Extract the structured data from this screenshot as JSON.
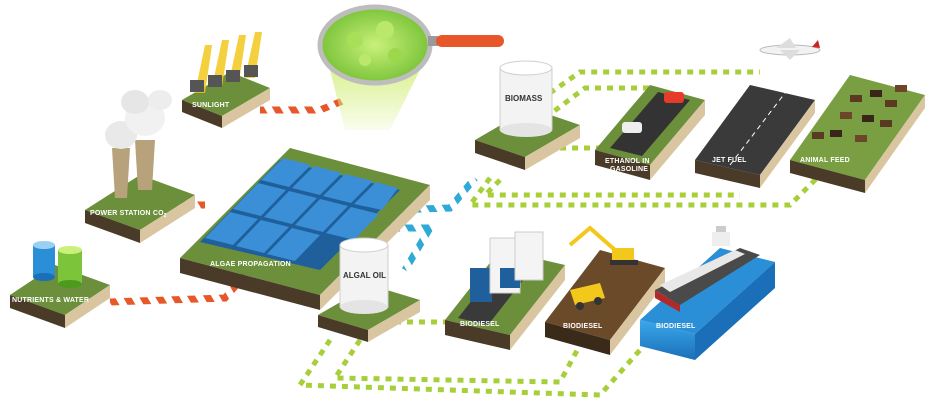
{
  "labels": {
    "sunlight": "SUNLIGHT",
    "power_station": "POWER STATION CO",
    "power_station_sub": "2",
    "nutrients": "NUTRIENTS & WATER",
    "algae": "ALGAE PROPAGATION",
    "algal_oil": "ALGAL OIL",
    "biomass": "BIOMASS",
    "ethanol_line1": "ETHANOL IN",
    "ethanol_line2": "GASOLINE",
    "jet_fuel": "JET FUEL",
    "animal_feed": "ANIMAL FEED",
    "biodiesel_truck": "BIODIESEL",
    "biodiesel_mining": "BIODIESEL",
    "biodiesel_ship": "BIODIESEL"
  },
  "colors": {
    "grass": "#6b8f3a",
    "soil_dark": "#4a3b28",
    "soil_light": "#d9c6a0",
    "pond": "#2e7fc2",
    "pipe_red": "#e8572a",
    "pipe_blue": "#2fa9d6",
    "pipe_green": "#a6cf3a",
    "water": "#2a8fd6"
  },
  "icons": [
    "factory-icon",
    "sun-rays-icon",
    "magnifier-icon",
    "tank-icon",
    "car-icon",
    "airplane-icon",
    "cow-icon",
    "truck-icon",
    "excavator-icon",
    "dump-truck-icon",
    "ship-icon"
  ]
}
